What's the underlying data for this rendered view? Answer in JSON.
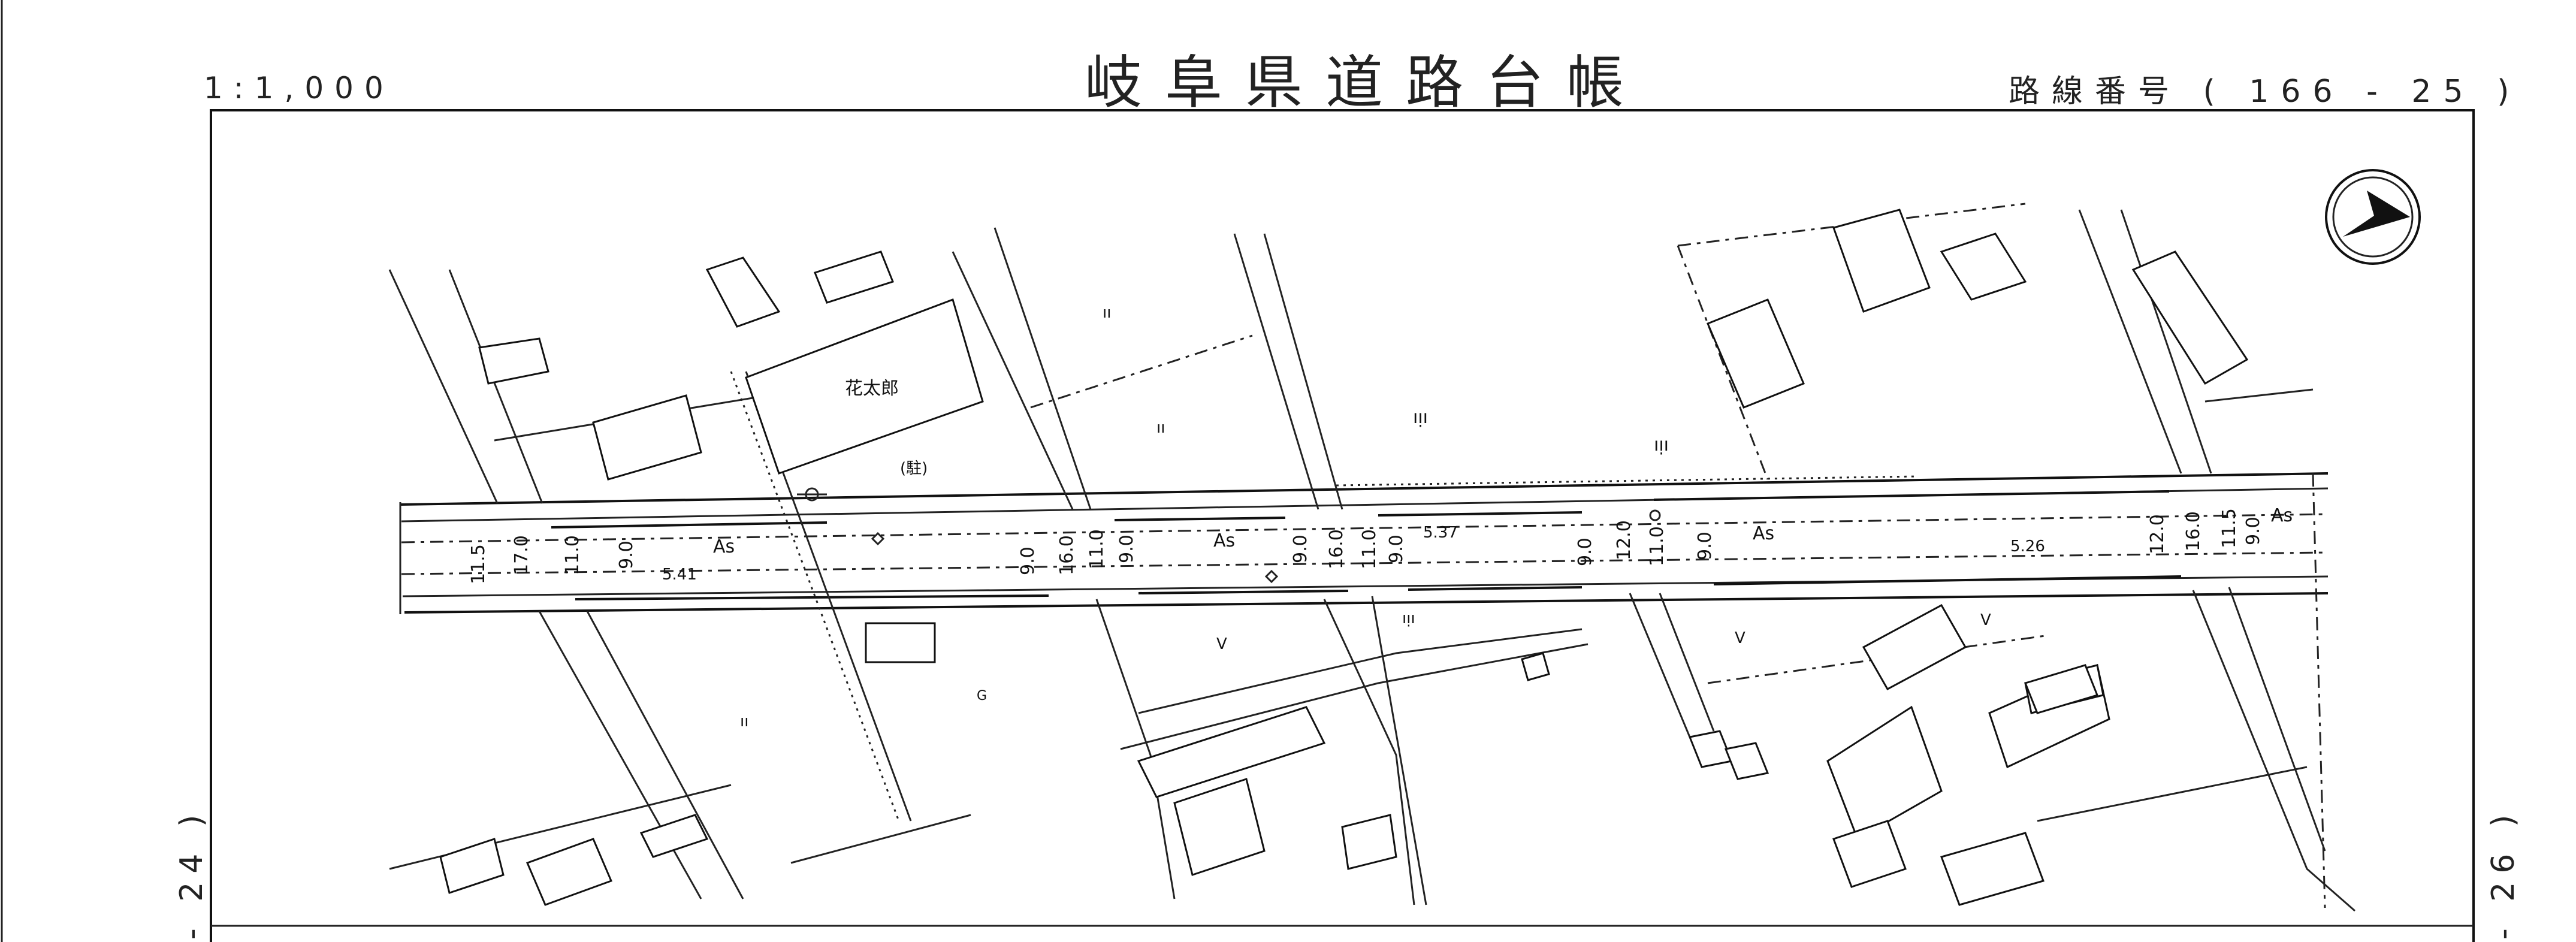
{
  "header": {
    "title": "岐阜県道路台帳",
    "scale": "1:1,000",
    "route_number": "路線番号 ( 166 - 25 )"
  },
  "sheet_links": {
    "previous": "- 24 )",
    "next": "- 26 )"
  },
  "map": {
    "north_arrow": "north-arrow-icon",
    "labels": {
      "hanataro": "花太郎",
      "parking": "(駐)",
      "as": "As",
      "g": "G",
      "v": "V",
      "paddy": "ıı",
      "field": "ıᴉı"
    },
    "widths": [
      "11.5",
      "17.0",
      "11.0",
      "9.0",
      "9.0",
      "16.0",
      "11.0",
      "9.0",
      "9.0",
      "16.0",
      "11.0",
      "9.0",
      "9.0",
      "12.0",
      "11.0",
      "9.0",
      "12.0",
      "16.0",
      "11.5",
      "9.0"
    ],
    "elevations": [
      "5.41",
      "5.37",
      "5.26"
    ]
  }
}
